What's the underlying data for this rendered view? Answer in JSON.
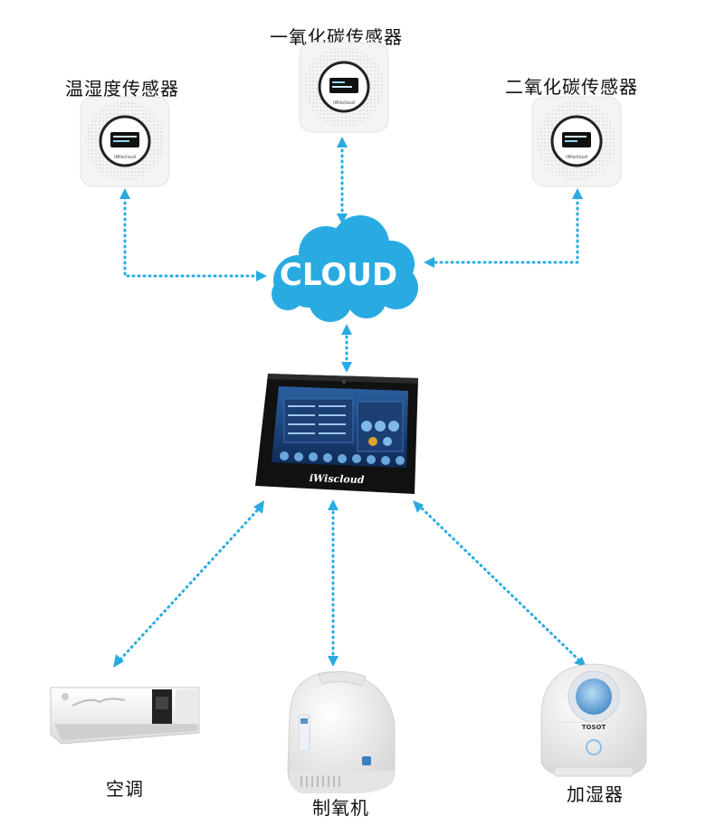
{
  "sensors": {
    "co": {
      "label": "一氧化碳传感器"
    },
    "temp_humidity": {
      "label": "温湿度传感器"
    },
    "co2": {
      "label": "二氧化碳传感器"
    }
  },
  "cloud": {
    "label": "CLOUD",
    "color": "#29abe2"
  },
  "tablet": {
    "brand": "iWiscloud"
  },
  "devices": {
    "air_conditioner": {
      "label": "空调"
    },
    "oxygen_generator": {
      "label": "制氧机"
    },
    "humidifier": {
      "label": "加湿器",
      "brand": "TOSOT"
    }
  },
  "connector_color": "#29abe2"
}
